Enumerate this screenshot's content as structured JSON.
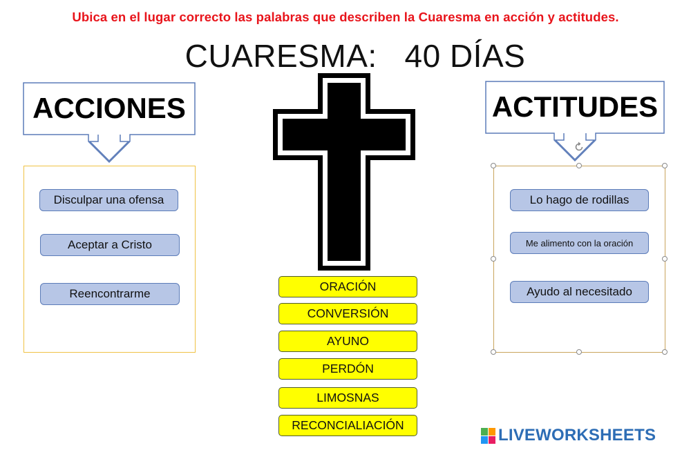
{
  "instructions": "Ubica en el lugar correcto las palabras que describen la Cuaresma en acción y actitudes.",
  "title": "CUARESMA:   40 DÍAS",
  "acciones": {
    "label": "ACCIONES",
    "items": [
      "Disculpar una ofensa",
      "Aceptar a Cristo",
      "Reencontrarme"
    ]
  },
  "actitudes": {
    "label": "ACTITUDES",
    "items": [
      "Lo hago de rodillas",
      "Me alimento con la oración",
      "Ayudo al necesitado"
    ]
  },
  "word_bank": [
    "ORACIÓN",
    "CONVERSIÓN",
    "AYUNO",
    "PERDÓN",
    "LIMOSNAS",
    "RECONCIALIACIÓN"
  ],
  "brand": {
    "name": "LIVEWORKSHEETS",
    "color": "#2d6db5"
  },
  "colors": {
    "instructions": "#e8141b",
    "chip_fill": "#b7c6e6",
    "chip_border": "#5b7bb8",
    "word_fill": "#ffff00",
    "panel_border": "#f0c244"
  }
}
